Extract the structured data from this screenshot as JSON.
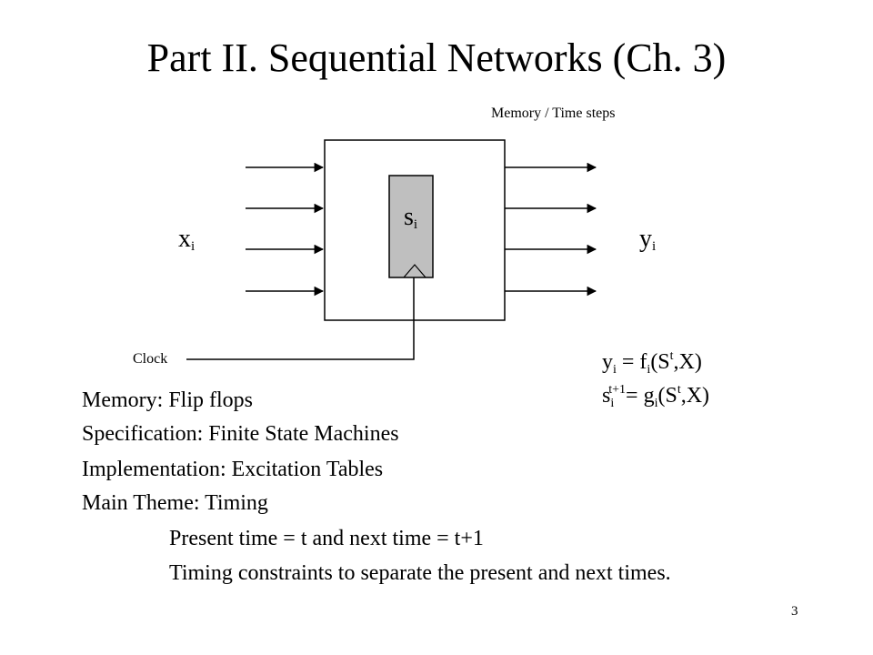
{
  "slide": {
    "title": "Part II. Sequential Networks (Ch. 3)",
    "page_number": "3"
  },
  "diagram": {
    "memory_label": "Memory / Time steps",
    "clock_label": "Clock",
    "input_var": "x",
    "input_sub": "i",
    "state_var": "s",
    "state_sub": "i",
    "output_var": "y",
    "output_sub": "i",
    "state_fill": "#bfbfbf"
  },
  "equations": {
    "eq1": {
      "lhs_var": "y",
      "lhs_sub": "i",
      "op": " = f",
      "f_sub": "i",
      "open": "(S",
      "sup": "t",
      "close": ",X)"
    },
    "eq2": {
      "lhs_var": "s",
      "lhs_sub": "i",
      "lhs_sup": "t+1",
      "op": "= g",
      "g_sub": "i",
      "open": "(S",
      "sup": "t",
      "close": ",X)"
    }
  },
  "bullets": {
    "l1": "Memory: Flip flops",
    "l2": "Specification: Finite State Machines",
    "l3": "Implementation: Excitation Tables",
    "l4": "Main Theme: Timing",
    "l5": "Present time = t and next time = t+1",
    "l6": "Timing constraints to separate the present and next times."
  }
}
